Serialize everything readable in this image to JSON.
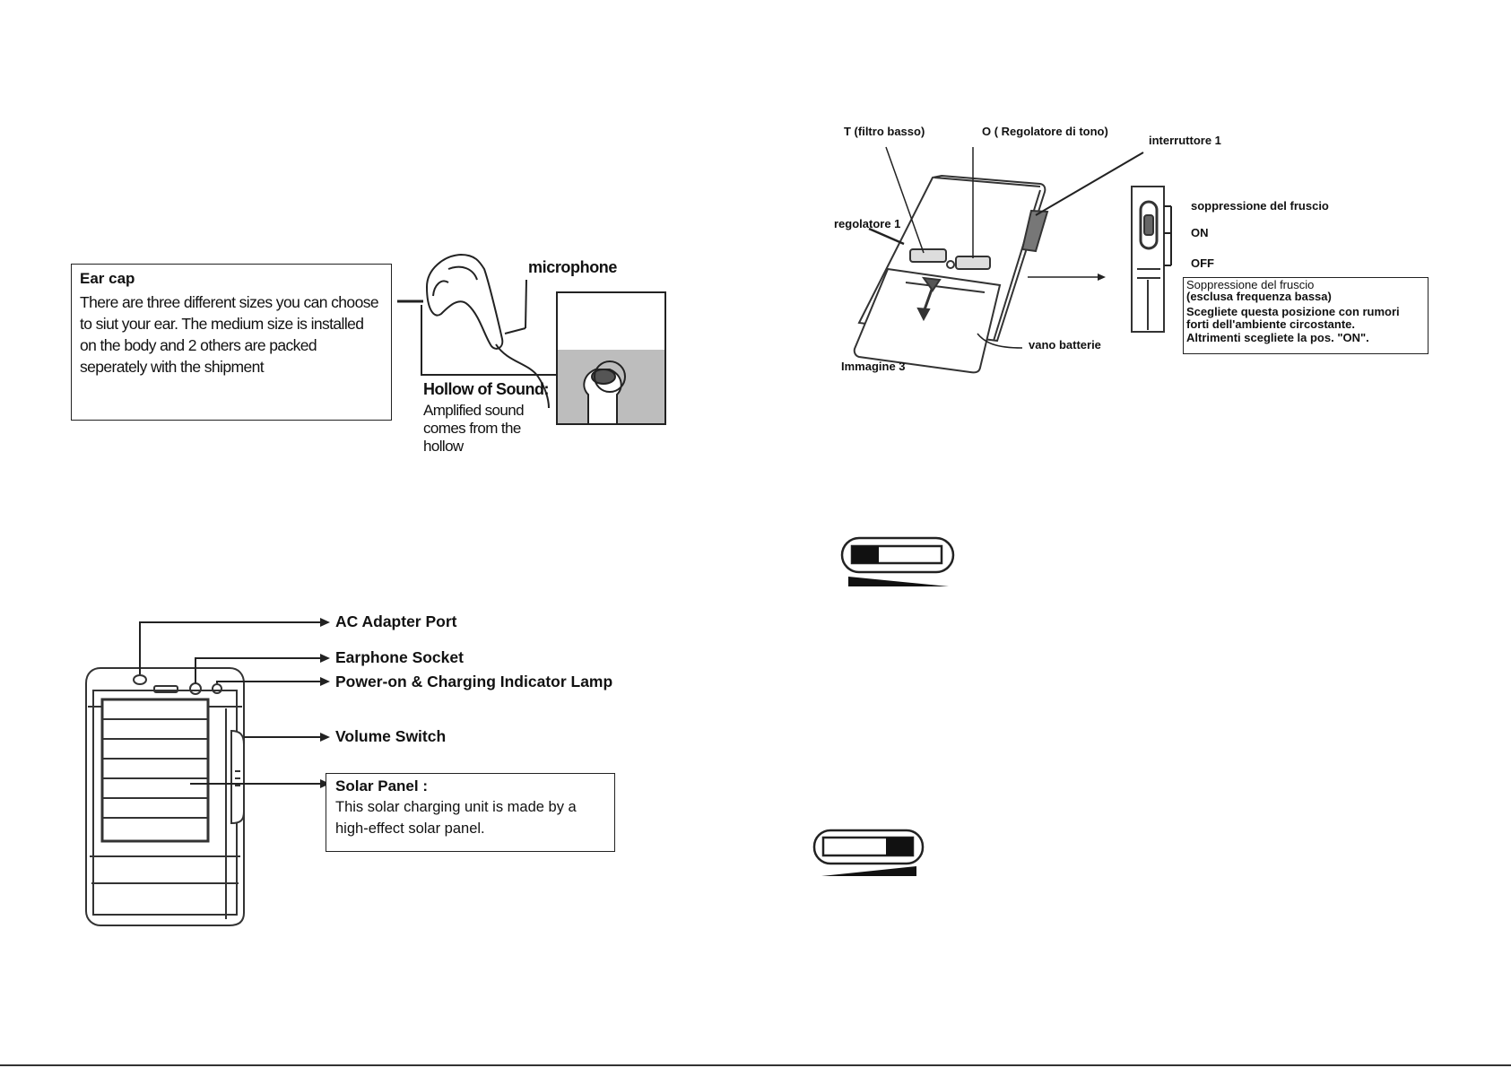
{
  "earcap": {
    "title": "Ear cap",
    "line1": "There are three different sizes you can choose",
    "line2": "to siut your ear. The medium size is installed",
    "line3": "on the body and 2 others are packed",
    "line4": "seperately with the shipment"
  },
  "earpiece": {
    "microphone": "microphone",
    "hollow_title": "Hollow of Sound:",
    "hollow_line1": "Amplified sound",
    "hollow_line2": "comes from the",
    "hollow_line3": "hollow"
  },
  "device": {
    "ac_port": "AC Adapter Port",
    "earphone_socket": "Earphone Socket",
    "indicator_lamp": "Power-on & Charging Indicator Lamp",
    "volume_switch": "Volume Switch",
    "solar_title": "Solar Panel :",
    "solar_line1": "This solar charging unit is made by a",
    "solar_line2": "high-effect solar panel."
  },
  "figure3": {
    "t_filter": "T (filtro basso)",
    "o_tone": "O ( Regolatore di tono)",
    "switch1": "interruttore 1",
    "regulator1": "regolatore 1",
    "battery": "vano batterie",
    "caption": "Immagine 3",
    "pos_noise": "soppressione del fruscio",
    "pos_on": "ON",
    "pos_off": "OFF",
    "note_line1": "Soppressione del fruscio",
    "note_line2": "(esclusa frequenza bassa)",
    "note_line3": "Scegliete questa posizione con rumori",
    "note_line4": "forti dell'ambiente circostante.",
    "note_line5": "Altrimenti scegliete la pos. \"ON\"."
  },
  "volume_indicators": [
    {
      "level": 0.3,
      "ramp": "decreasing"
    },
    {
      "level": 0.3,
      "ramp": "increasing"
    }
  ]
}
